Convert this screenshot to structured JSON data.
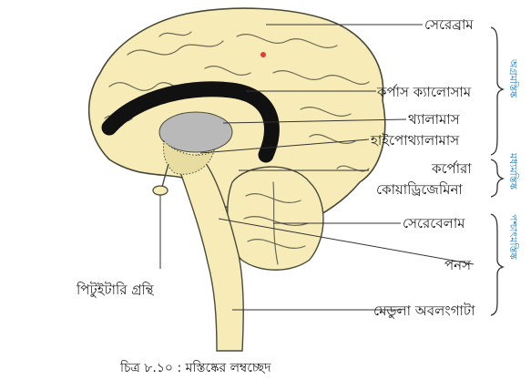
{
  "labels": {
    "cerebrum": "সেরেব্রাম",
    "corpus_callosum": "কর্পাস ক্যালোসাম",
    "thalamus": "থ্যালামাস",
    "hypothalamus": "হাইপোথ্যালামাস",
    "corpora_line1": "কর্পোরা",
    "corpora_line2": "কোয়াড্রিজেমিনা",
    "cerebellum": "সেরেবেলাম",
    "pons": "পনস",
    "medulla": "মেডুলা অবলংগাটা",
    "pituitary": "পিটুইটারি গ্রন্থি"
  },
  "groups": {
    "forebrain": "অগ্রমস্তিষ্ক",
    "midbrain": "মধ্যমস্তিষ্ক",
    "hindbrain": "পশ্চাৎমস্তিষ্ক"
  },
  "caption": "চিত্র ৮.১০ : মস্তিষ্কের লম্বচ্ছেদ",
  "colors": {
    "brain_fill": "#f7ecb8",
    "outline": "#4a4a3a",
    "thalamus": "#b9b9b9",
    "corpus": "#111111",
    "group_text": "#2b7fc4",
    "red_dot": "#e23b3b"
  }
}
